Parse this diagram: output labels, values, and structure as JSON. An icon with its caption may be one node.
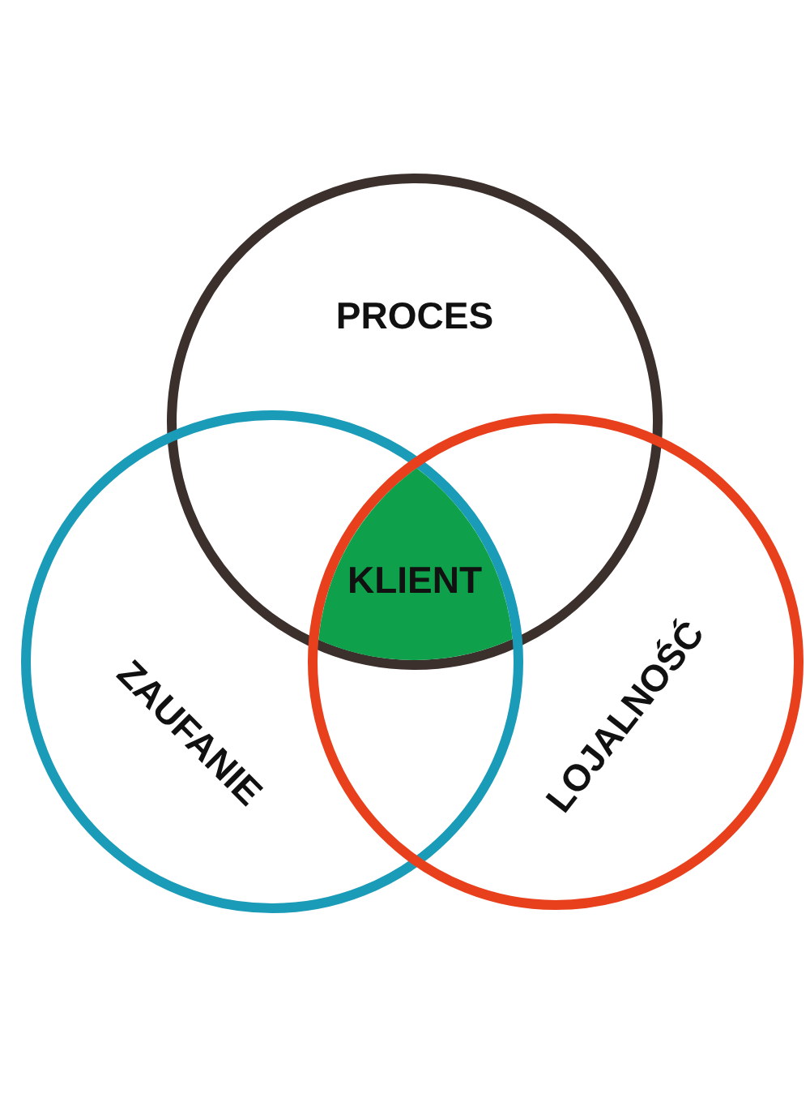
{
  "diagram": {
    "nodes": [
      {
        "text": [
          "PROCES"
        ]
      },
      {
        "text": [
          "ZAUFANIE"
        ]
      },
      {
        "text": [
          "LOJALNOŚĆ"
        ]
      },
      {
        "text": [
          "KLIENT"
        ]
      }
    ]
  }
}
